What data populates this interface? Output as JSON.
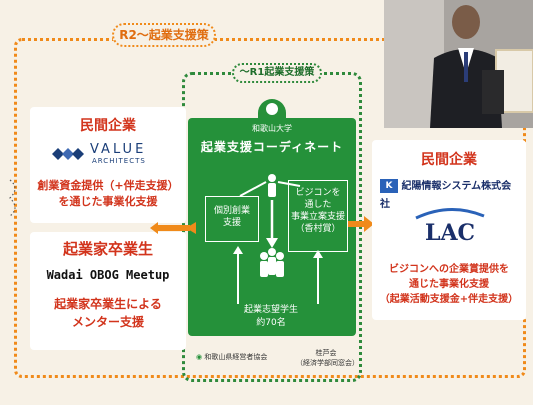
{
  "r2_badge": "R2～起業支援策",
  "r1_badge": "～R1起業支援策",
  "coordinator": {
    "university": "和歌山大学",
    "title": "起業支援コーディネート",
    "individual_support": [
      "個別創業",
      "支援"
    ],
    "vision_support": [
      "ビジコンを",
      "通した",
      "事業立案支援",
      "（香村賞）"
    ],
    "students": [
      "起業志望学生",
      "約70名"
    ]
  },
  "left_top": {
    "title": "民間企業",
    "logo_text": "VALUE",
    "logo_sub": "ARCHITECTS",
    "support": [
      "創業資金提供（+伴走支援）",
      "を通じた事業化支援"
    ]
  },
  "left_bottom": {
    "title": "起業家卒業生",
    "meetup": "Wadai OBOG Meetup",
    "mentor": [
      "起業家卒業生による",
      "メンター支援"
    ]
  },
  "right": {
    "title": "民間企業",
    "company": "紀陽情報システム株式会社",
    "lac": "LAC",
    "award": [
      "ビジコンへの企業賞提供を",
      "通じた事業化支援",
      "（起業活動支援金+伴走支援）"
    ]
  },
  "bottom_logos": [
    "和歌山県経営者協会",
    "桂芦会",
    "（経済学部同窓会）"
  ],
  "colors": {
    "green": "#25913a",
    "orange": "#f08a1a",
    "red": "#d2341c",
    "navy": "#1a2f6a"
  }
}
